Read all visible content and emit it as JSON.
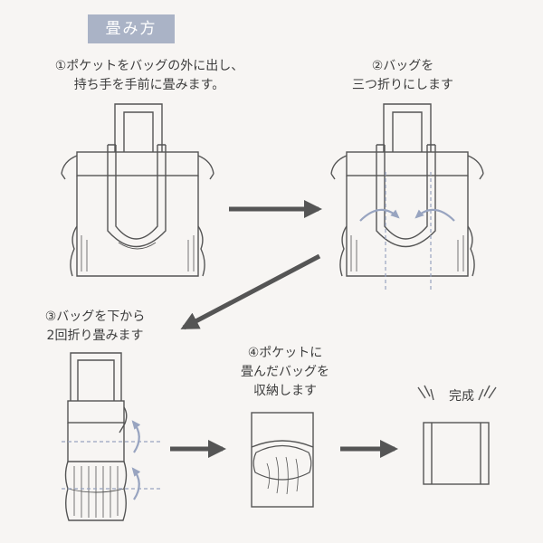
{
  "title": "畳み方",
  "steps": {
    "step1": {
      "line1": "①ポケットをバッグの外に出し、",
      "line2": "持ち手を手前に畳みます。"
    },
    "step2": {
      "line1": "②バッグを",
      "line2": "三つ折りにします"
    },
    "step3": {
      "line1": "③バッグを下から",
      "line2": "2回折り畳みます"
    },
    "step4": {
      "line1": "④ポケットに",
      "line2": "畳んだバッグを",
      "line3": "収納します"
    },
    "done": "完成"
  },
  "colors": {
    "line": "#555555",
    "arrow": "#555555",
    "accent_arrow": "#98a4c0",
    "dashed": "#98a4c0",
    "badge": "#aab3c6"
  }
}
